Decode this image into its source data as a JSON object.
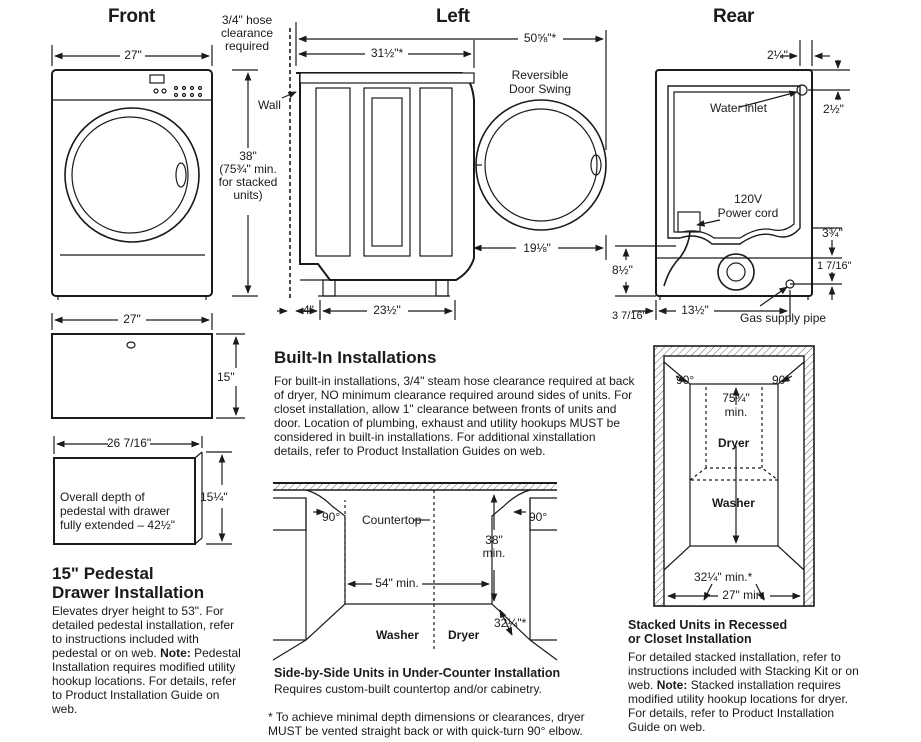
{
  "headings": {
    "front": "Front",
    "left": "Left",
    "rear": "Rear"
  },
  "hose_note": "3/4\" hose\nclearance\nrequired",
  "front": {
    "width": "27\"",
    "height": "38\"\n(75¾\" min.\nfor stacked\nunits)"
  },
  "left": {
    "wall": "Wall",
    "depth": "31½\"*",
    "depth_open": "50⅝\"*",
    "door_swing": "Reversible\nDoor Swing",
    "door": "19⅛\"",
    "wall_gap": "4\"",
    "base": "23½\""
  },
  "rear": {
    "right_offset": "2¼\"",
    "water_inlet": "Water inlet",
    "inlet_height": "2½\"",
    "power_cord": "120V\nPower cord",
    "cord_height": "8½\"",
    "cord_right": "3¾\"",
    "gas_height": "1 7/16\"",
    "gas_left": "3 7/16\"",
    "gas_offset": "13½\"",
    "gas_pipe": "Gas supply pipe"
  },
  "pedestal": {
    "width": "27\"",
    "height": "15\"",
    "depth": "26 7/16\"",
    "side_height": "15¼\"",
    "depth_note": "Overall depth of\npedestal with drawer\nfully extended – 42½\""
  },
  "pedestal_section": {
    "title": "15\" Pedestal\nDrawer Installation",
    "text": "Elevates dryer height to 53\". For detailed pedestal installation, refer to instructions included with pedestal or on web.",
    "note_label": "Note:",
    "note_text": " Pedestal Installation requires modified utility hookup locations. For details, refer to Product Installation Guide on web."
  },
  "builtin": {
    "title": "Built-In Installations",
    "text": "For built-in installations, 3/4\" steam hose clearance required at back of dryer, NO minimum clearance required around sides of units. For closet installation, allow 1\" clearance between fronts of units and door. Location of plumbing, exhaust and utility hookups MUST be considered in built-in installations. For additional xinstallation details, refer to Product Installation Guides on web."
  },
  "undercounter": {
    "angle_left": "90°",
    "countertop": "Countertop",
    "angle_right": "90°",
    "height": "38\"\nmin.",
    "width": "54\" min.",
    "washer": "Washer",
    "dryer": "Dryer",
    "depth": "32¼\"*",
    "title": "Side-by-Side Units in Under-Counter Installation",
    "subtitle": "Requires custom-built countertop and/or cabinetry."
  },
  "stacked": {
    "angle_left": "90°",
    "angle_right": "90°",
    "height": "75¾\"\nmin.",
    "dryer": "Dryer",
    "washer": "Washer",
    "depth": "32¼\" min.*",
    "width": "27\" min.",
    "title": "Stacked Units in Recessed\nor Closet Installation",
    "text": "For detailed stacked installation, refer to instructions included with Stacking Kit or on web. ",
    "note_label": "Note:",
    "note_text": " Stacked installation requires modified utility hookup locations for dryer. For details, refer to Product Installation Guide on web."
  },
  "footnote": "* To achieve minimal depth dimensions or clearances, dryer\nMUST be vented straight back or with quick-turn 90° elbow."
}
